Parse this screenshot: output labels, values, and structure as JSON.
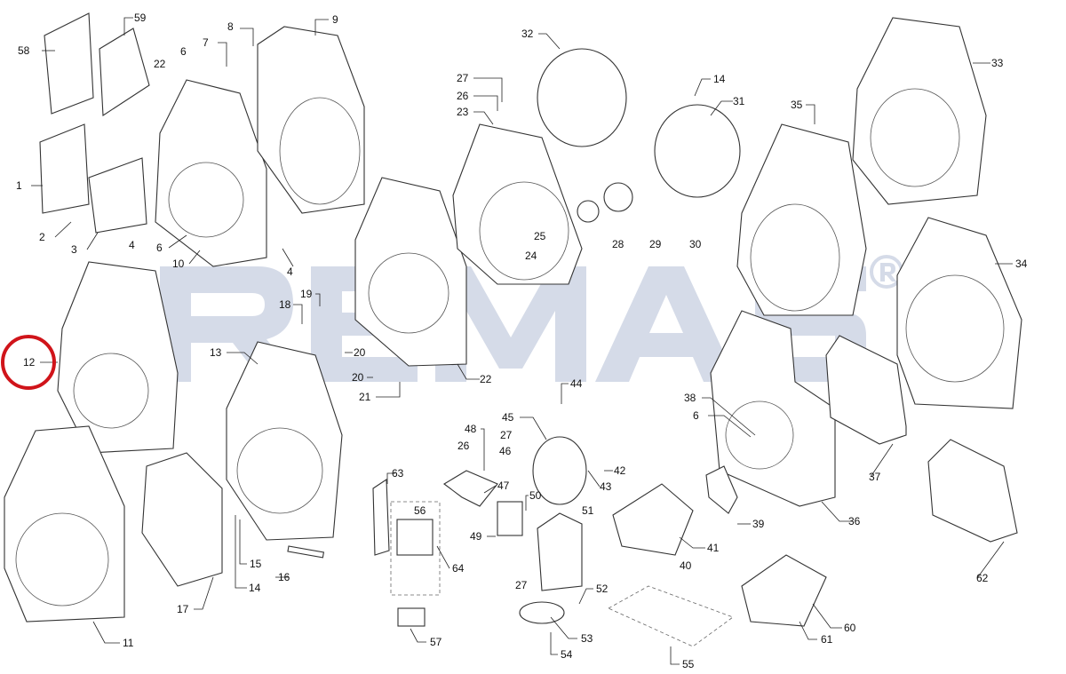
{
  "diagram": {
    "title": "Exploded parts diagram - engine blower housing and electrical parts",
    "watermark": "REMAS",
    "watermark_mark": "®",
    "highlight_color": "#d0141a",
    "watermark_color": "#d5dbe8",
    "highlighted_callout": "12",
    "callouts": [
      "58",
      "59",
      "7",
      "8",
      "9",
      "6",
      "22",
      "1",
      "2",
      "3",
      "4",
      "6",
      "10",
      "4",
      "12",
      "13",
      "18",
      "19",
      "20",
      "20",
      "21",
      "22",
      "32",
      "27",
      "26",
      "23",
      "14",
      "31",
      "33",
      "35",
      "25",
      "24",
      "28",
      "29",
      "30",
      "34",
      "44",
      "45",
      "48",
      "27",
      "26",
      "46",
      "42",
      "43",
      "47",
      "38",
      "6",
      "63",
      "50",
      "56",
      "51",
      "49",
      "64",
      "41",
      "40",
      "39",
      "36",
      "37",
      "62",
      "15",
      "14",
      "16",
      "17",
      "11",
      "52",
      "27",
      "53",
      "54",
      "57",
      "55",
      "61",
      "60"
    ]
  }
}
